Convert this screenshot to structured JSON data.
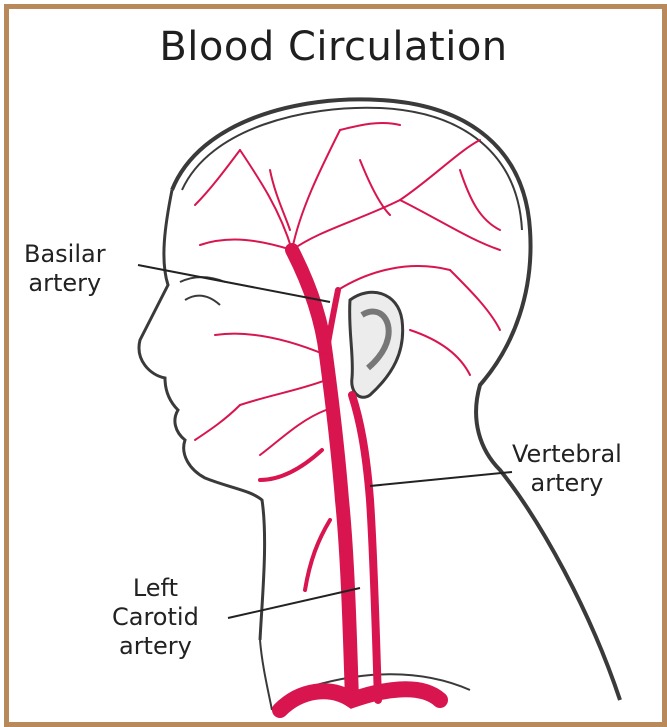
{
  "title": "Blood Circulation",
  "labels": {
    "basilar": {
      "line1": "Basilar",
      "line2": "artery"
    },
    "vertebral": {
      "line1": "Vertebral",
      "line2": "artery"
    },
    "carotid": {
      "line1": "Left",
      "line2": "Carotid",
      "line3": "artery"
    }
  },
  "colors": {
    "frame": "#b8895a",
    "artery": "#d8154f",
    "outline": "#3a3a3a"
  }
}
